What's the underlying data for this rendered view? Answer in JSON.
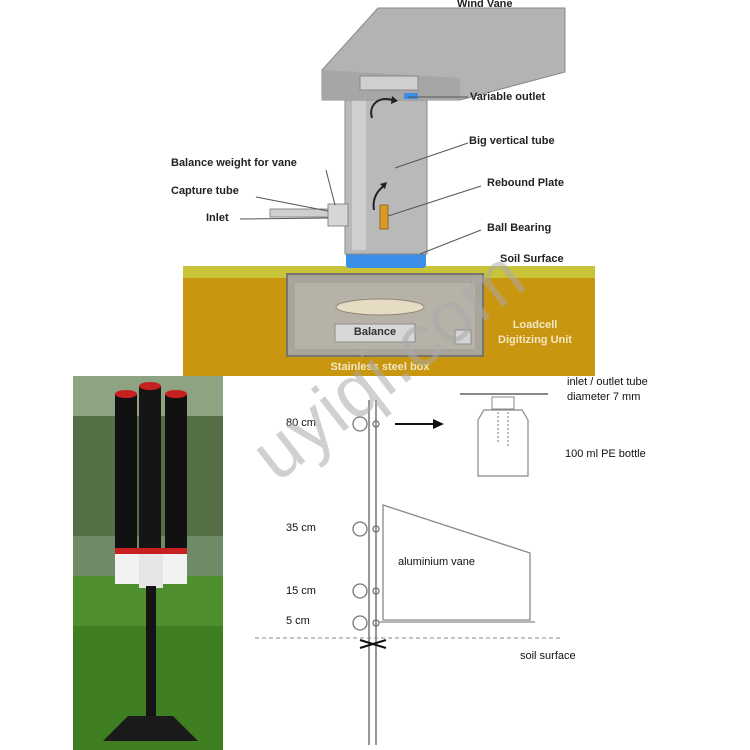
{
  "top_diagram": {
    "labels": {
      "wind_vane": "Wind Vane",
      "variable_outlet": "Variable outlet",
      "big_vertical_tube": "Big vertical tube",
      "balance_weight": "Balance weight for vane",
      "rebound_plate": "Rebound Plate",
      "capture_tube": "Capture tube",
      "inlet": "Inlet",
      "ball_bearing": "Ball Bearing",
      "soil_surface": "Soil Surface",
      "balance": "Balance",
      "loadcell": "Loadcell",
      "digitizing_unit": "Digitizing Unit",
      "stainless_steel_box": "Stainless steel box"
    },
    "colors": {
      "tube": "#b9b9b9",
      "soil": "#c9960f",
      "grass": "#c7c43a",
      "bearing": "#3c8fe8",
      "plate": "#d89a2c"
    }
  },
  "bottom_diagram": {
    "labels": {
      "height_80": "80 cm",
      "height_35": "35 cm",
      "height_15": "15 cm",
      "height_5": "5 cm",
      "inlet_outlet_tube": "inlet / outlet tube",
      "diameter": "diameter 7 mm",
      "bottle": "100 ml PE bottle",
      "aluminium_vane": "aluminium vane",
      "soil_surface": "soil surface"
    }
  },
  "watermark": "uyiqi.com"
}
